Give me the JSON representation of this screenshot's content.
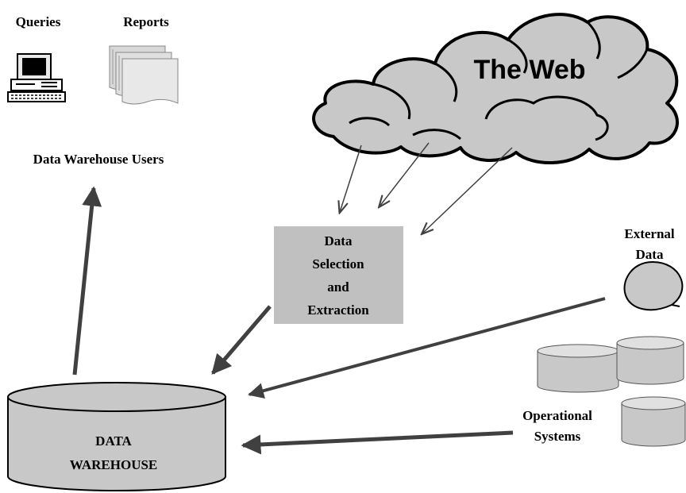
{
  "users": {
    "queries_label": "Queries",
    "reports_label": "Reports",
    "group_label": "Data Warehouse Users"
  },
  "web": {
    "label": "The Web"
  },
  "extraction": {
    "line1": "Data",
    "line2": "Selection",
    "line3": "and",
    "line4": "Extraction"
  },
  "external": {
    "line1": "External",
    "line2": "Data"
  },
  "operational": {
    "line1": "Operational",
    "line2": "Systems"
  },
  "warehouse": {
    "line1": "DATA",
    "line2": "WAREHOUSE"
  },
  "colors": {
    "fill_gray": "#c8c8c8",
    "box_gray": "#c0c0c0",
    "arrow": "#404040",
    "stroke": "#000000"
  }
}
